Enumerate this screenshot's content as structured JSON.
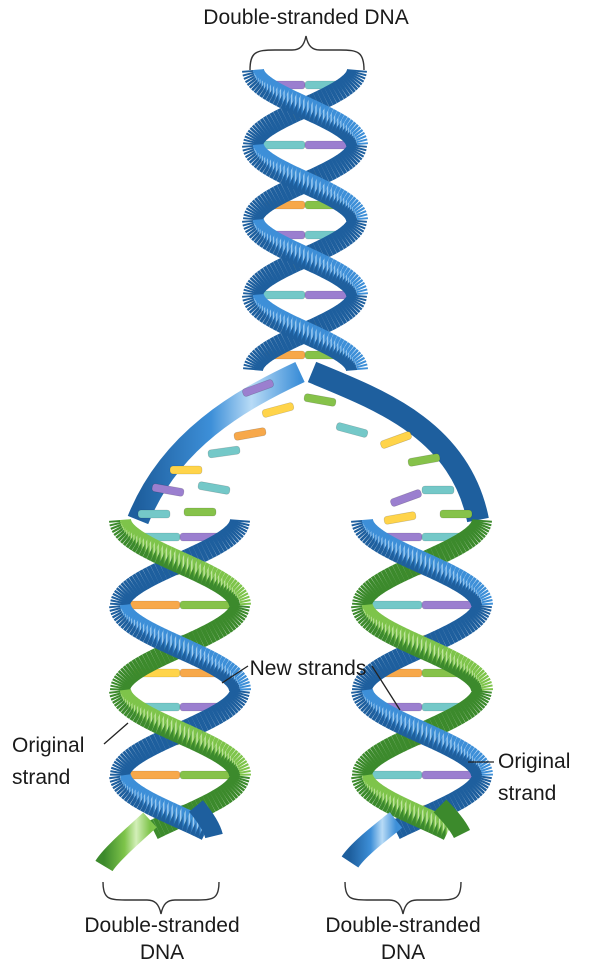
{
  "labels": {
    "top": "Double-stranded DNA",
    "new_strands": "New strands",
    "original_left_1": "Original",
    "original_left_2": "strand",
    "original_right_1": "Original",
    "original_right_2": "strand",
    "bottom_left_1": "Double-stranded",
    "bottom_left_2": "DNA",
    "bottom_right_1": "Double-stranded",
    "bottom_right_2": "DNA"
  },
  "colors": {
    "original_strand": "#3d8fd8",
    "original_strand_dark": "#1e5f9e",
    "original_strand_light": "#b8dbf6",
    "new_strand": "#7ec44a",
    "new_strand_dark": "#3c8a2c",
    "new_strand_light": "#d3efb8",
    "base_purple": "#9b7fcf",
    "base_teal": "#74c8c8",
    "base_yellow": "#ffd44a",
    "base_orange": "#f7a84a",
    "base_green": "#86c24a"
  },
  "rungs": [
    {
      "a": "purple",
      "b": "teal"
    },
    {
      "a": "yellow",
      "b": "orange"
    },
    {
      "a": "teal",
      "b": "purple"
    },
    {
      "a": "green",
      "b": "yellow"
    },
    {
      "a": "orange",
      "b": "green"
    },
    {
      "a": "purple",
      "b": "teal"
    },
    {
      "a": "yellow",
      "b": "orange"
    },
    {
      "a": "teal",
      "b": "purple"
    },
    {
      "a": "green",
      "b": "yellow"
    },
    {
      "a": "orange",
      "b": "green"
    }
  ]
}
